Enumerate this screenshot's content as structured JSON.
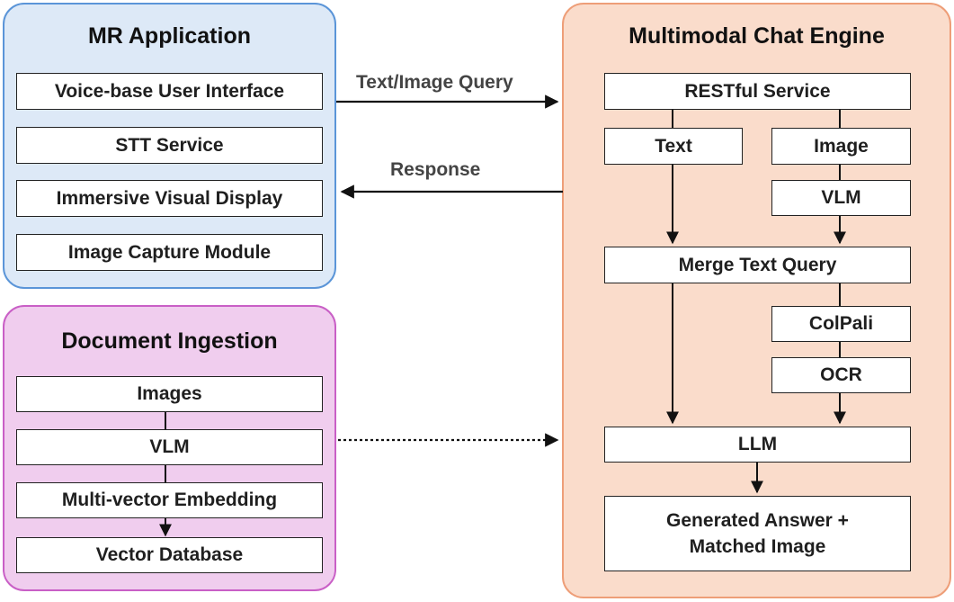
{
  "mr_application": {
    "title": "MR Application",
    "components": [
      "Voice-base User Interface",
      "STT Service",
      "Immersive Visual Display",
      "Image Capture Module"
    ]
  },
  "document_ingestion": {
    "title": "Document Ingestion",
    "steps": [
      "Images",
      "VLM",
      "Multi-vector Embedding",
      "Vector Database"
    ]
  },
  "chat_engine": {
    "title": "Multimodal Chat Engine",
    "restful": "RESTful Service",
    "text": "Text",
    "image": "Image",
    "vlm": "VLM",
    "merge": "Merge Text Query",
    "colpali": "ColPali",
    "ocr": "OCR",
    "llm": "LLM",
    "answer": "Generated Answer + Matched Image"
  },
  "edges": {
    "query": "Text/Image Query",
    "response": "Response"
  },
  "colors": {
    "mr_fill": "#dde9f7",
    "mr_border": "#5b95d8",
    "doc_fill": "#f0cdee",
    "doc_border": "#c95fc6",
    "engine_fill": "#fadccb",
    "engine_border": "#ee9e78"
  }
}
